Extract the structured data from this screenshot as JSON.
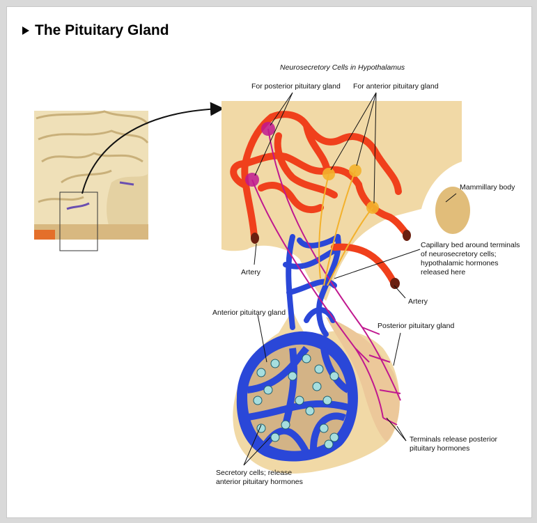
{
  "title": "The Pituitary Gland",
  "labels": {
    "hypothalamus": "Neurosecretory Cells in Hypothalamus",
    "for_posterior": "For posterior pituitary gland",
    "for_anterior": "For anterior pituitary gland",
    "mammillary": "Mammillary body",
    "capillary_line1": "Capillary bed around terminals",
    "capillary_line2": "of neurosecretory cells;",
    "capillary_line3": "hypothalamic hormones",
    "capillary_line4": "released here",
    "artery_left": "Artery",
    "artery_right": "Artery",
    "anterior_gland": "Anterior pituitary gland",
    "posterior_gland": "Posterior pituitary gland",
    "terminals_line1": "Terminals release posterior",
    "terminals_line2": "pituitary hormones",
    "secretory_line1": "Secretory cells; release",
    "secretory_line2": "anterior pituitary hormones"
  },
  "colors": {
    "tissue": "#f1d9a6",
    "artery_red": "#f0401c",
    "vein_blue": "#2a47d8",
    "neuron_magenta": "#c0188f",
    "neuron_yellow": "#f3b12c",
    "cell_teal": "#5fb8b8"
  }
}
